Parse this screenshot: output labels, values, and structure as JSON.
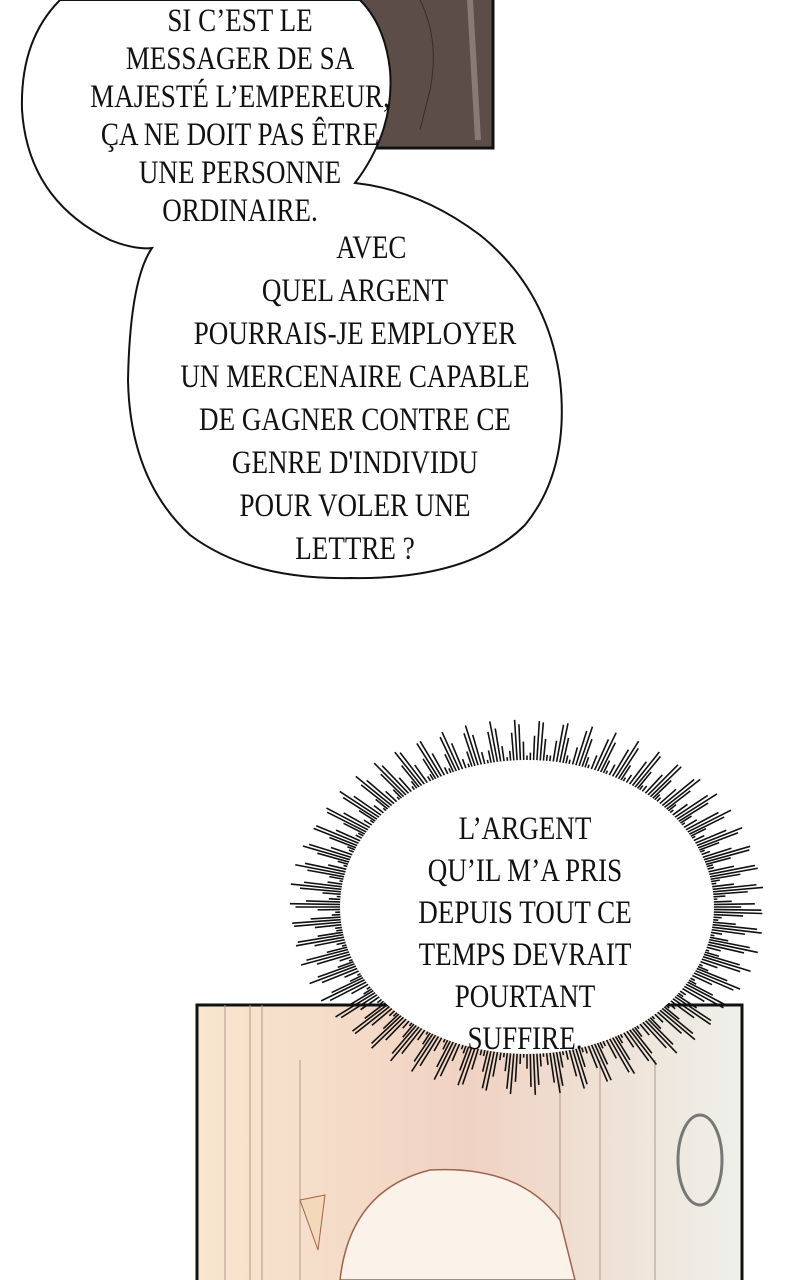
{
  "bubbles": {
    "speech_1": [
      "SI C’EST LE",
      "MESSAGER DE SA",
      "MAJESTÉ L’EMPEREUR,",
      "ÇA NE DOIT PAS ÊTRE",
      "UNE PERSONNE",
      "ORDINAIRE."
    ],
    "speech_2": [
      "AVEC",
      "QUEL ARGENT",
      "POURRAIS-JE EMPLOYER",
      "UN MERCENAIRE CAPABLE",
      "DE GAGNER CONTRE CE",
      "GENRE D'INDIVIDU",
      "POUR VOLER UNE",
      "LETTRE  ?"
    ],
    "thought": [
      "L’ARGENT",
      "QU’IL M’A PRIS",
      "DEPUIS TOUT CE",
      "TEMPS DEVRAIT",
      "POURTANT",
      "SUFFIRE."
    ]
  },
  "colors": {
    "panel_dark": "#5a4a46",
    "panel_light": "#f6e6d6",
    "hair": "#fbf3ea"
  }
}
